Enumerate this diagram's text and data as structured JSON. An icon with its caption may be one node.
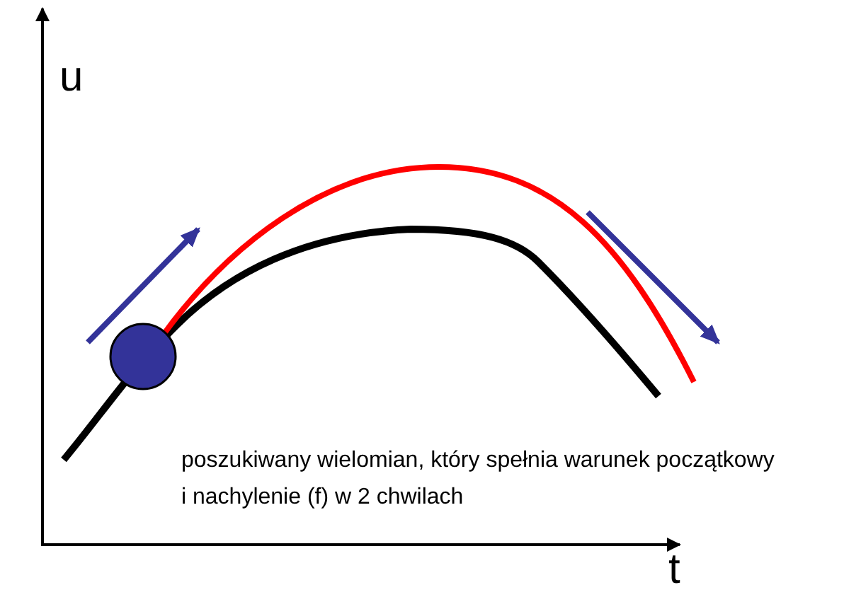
{
  "diagram": {
    "labels": [
      "u",
      "t",
      "poszukiwany wielomian, który spełnia warunek początkowy i nachylenie (f) w 2 chwilach"
    ]
  }
}
